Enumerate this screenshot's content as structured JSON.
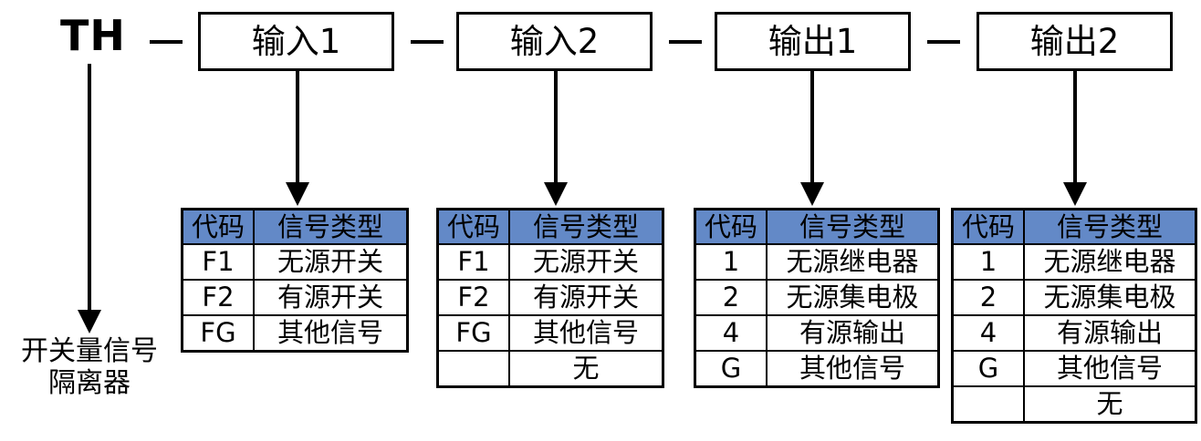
{
  "diagram": {
    "prefix": "TH",
    "separator": "—",
    "caption_line1": "开关量信号",
    "caption_line2": "隔离器",
    "header_bg": "#6389c7",
    "segments": [
      {
        "label": "输入1"
      },
      {
        "label": "输入2"
      },
      {
        "label": "输出1"
      },
      {
        "label": "输出2"
      }
    ]
  },
  "tables": [
    {
      "name": "input1",
      "headers": {
        "code": "代码",
        "type": "信号类型"
      },
      "rows": [
        {
          "code": "F1",
          "type": "无源开关"
        },
        {
          "code": "F2",
          "type": "有源开关"
        },
        {
          "code": "FG",
          "type": "其他信号"
        }
      ]
    },
    {
      "name": "input2",
      "headers": {
        "code": "代码",
        "type": "信号类型"
      },
      "rows": [
        {
          "code": "F1",
          "type": "无源开关"
        },
        {
          "code": "F2",
          "type": "有源开关"
        },
        {
          "code": "FG",
          "type": "其他信号"
        },
        {
          "code": "",
          "type": "无"
        }
      ]
    },
    {
      "name": "output1",
      "headers": {
        "code": "代码",
        "type": "信号类型"
      },
      "rows": [
        {
          "code": "1",
          "type": "无源继电器"
        },
        {
          "code": "2",
          "type": "无源集电极"
        },
        {
          "code": "4",
          "type": "有源输出"
        },
        {
          "code": "G",
          "type": "其他信号"
        }
      ]
    },
    {
      "name": "output2",
      "headers": {
        "code": "代码",
        "type": "信号类型"
      },
      "rows": [
        {
          "code": "1",
          "type": "无源继电器"
        },
        {
          "code": "2",
          "type": "无源集电极"
        },
        {
          "code": "4",
          "type": "有源输出"
        },
        {
          "code": "G",
          "type": "其他信号"
        },
        {
          "code": "",
          "type": "无"
        }
      ]
    }
  ]
}
